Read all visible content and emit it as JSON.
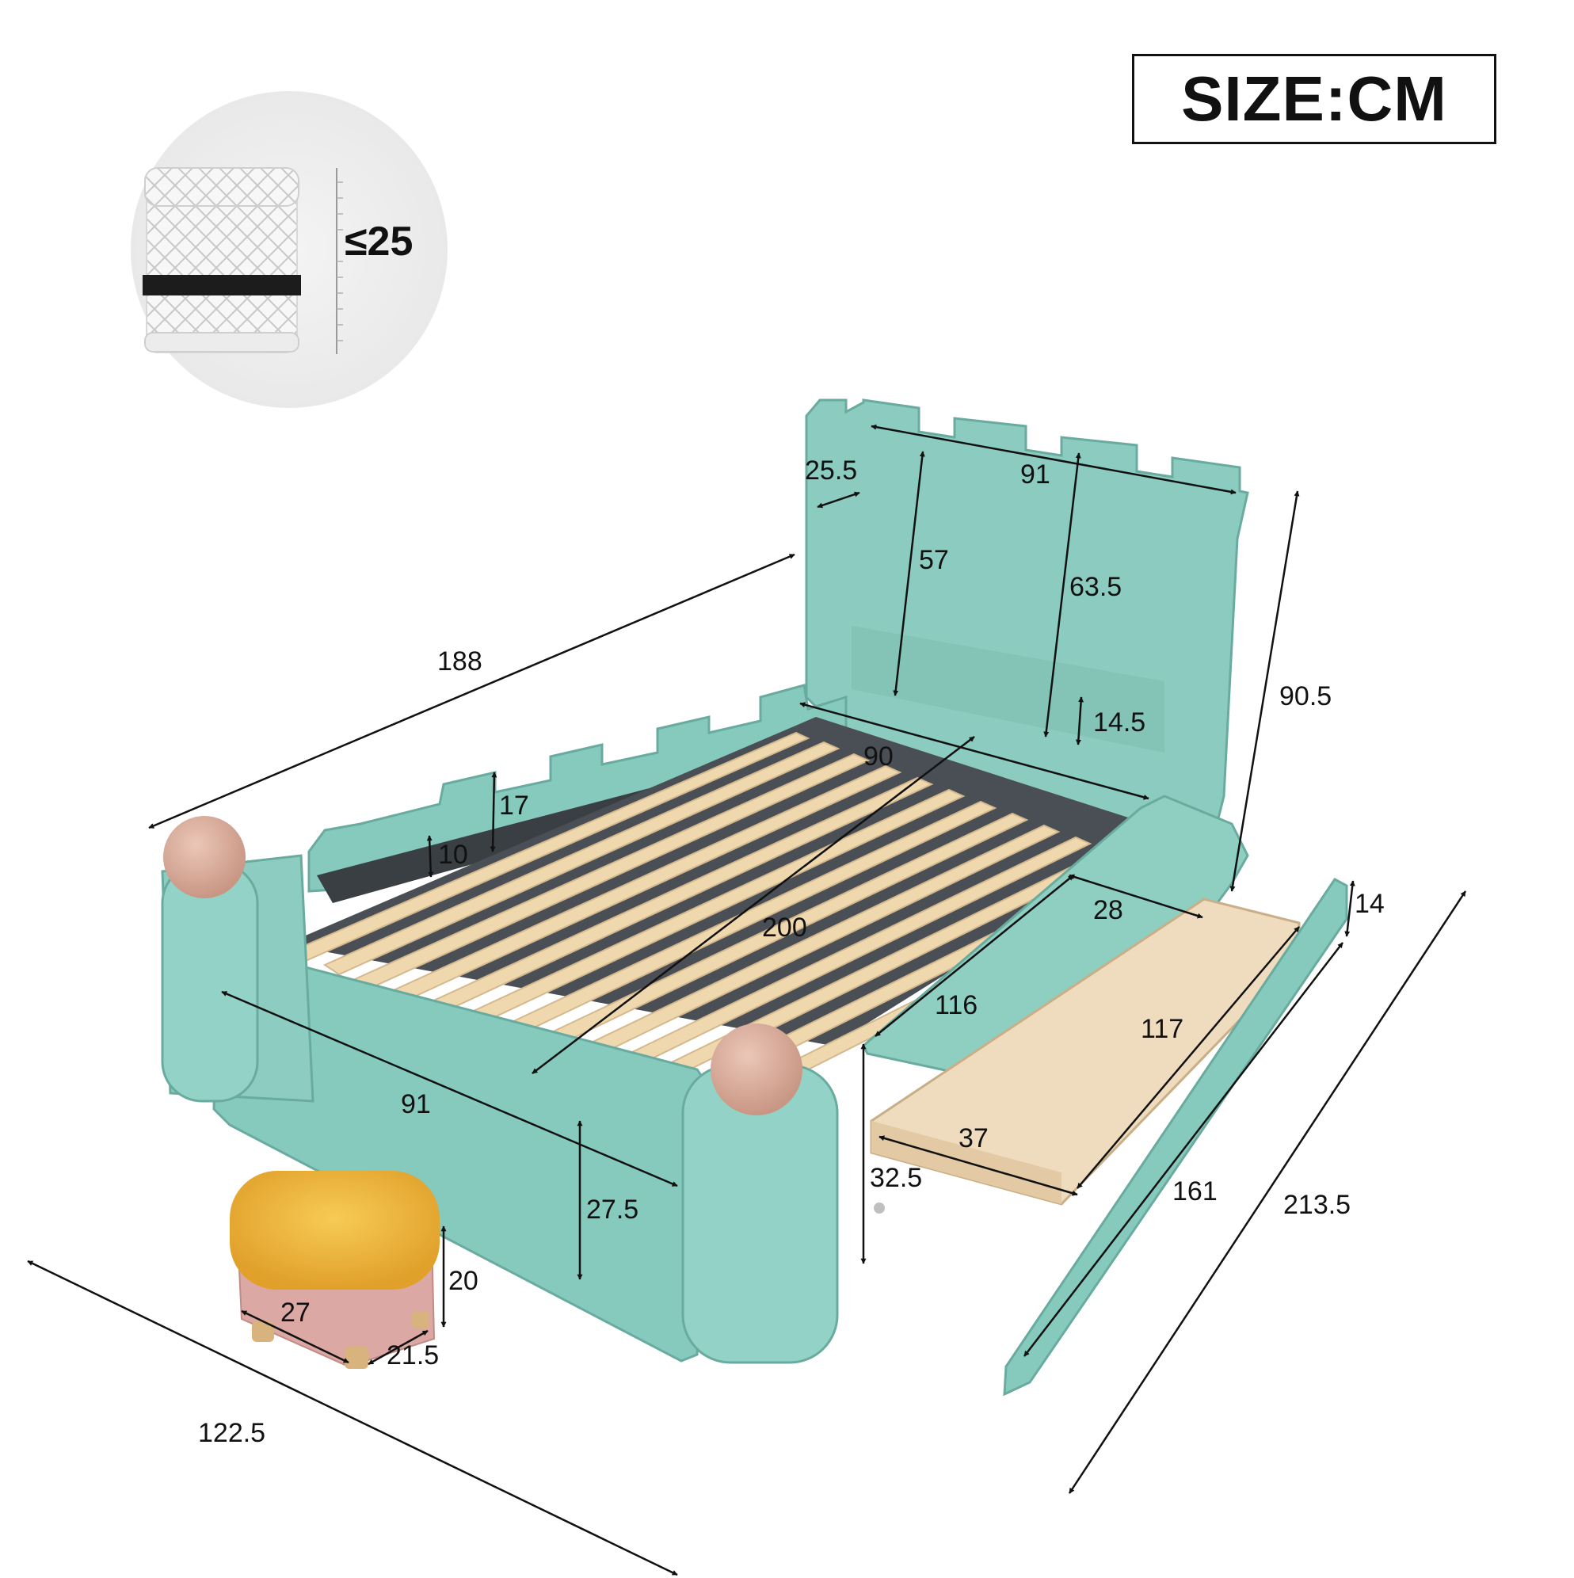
{
  "size_label": "SIZE:CM",
  "mattress": {
    "max_thickness": "≤25"
  },
  "dimensions": {
    "headboard_width": "91",
    "headboard_post": "25.5",
    "headboard_inner_height": "57",
    "headboard_center_height": "63.5",
    "headboard_bottom_gap": "14.5",
    "overall_height": "90.5",
    "side_rail_length": "188",
    "slat_width": "90",
    "inner_length": "200",
    "crenel_height": "17",
    "side_rail_low": "10",
    "footboard_width": "91",
    "footboard_height": "27.5",
    "shelf_depth": "28",
    "shelf_length": "116",
    "drawer_front_height": "14",
    "drawer_length": "117",
    "drawer_depth": "37",
    "drawer_height": "32.5",
    "drawer_front_length": "161",
    "overall_length": "213.5",
    "overall_width": "122.5",
    "stool_height": "20",
    "stool_width": "27",
    "stool_depth": "21.5"
  },
  "colors": {
    "frame": "#86c9bd",
    "frame_dark": "#5fa89c",
    "slat": "#f0d9b3",
    "ball": "#dcb1a0",
    "stool_top": "#f0b73a",
    "stool_base": "#dba5a0",
    "drawer_wood": "#efdcbf"
  }
}
